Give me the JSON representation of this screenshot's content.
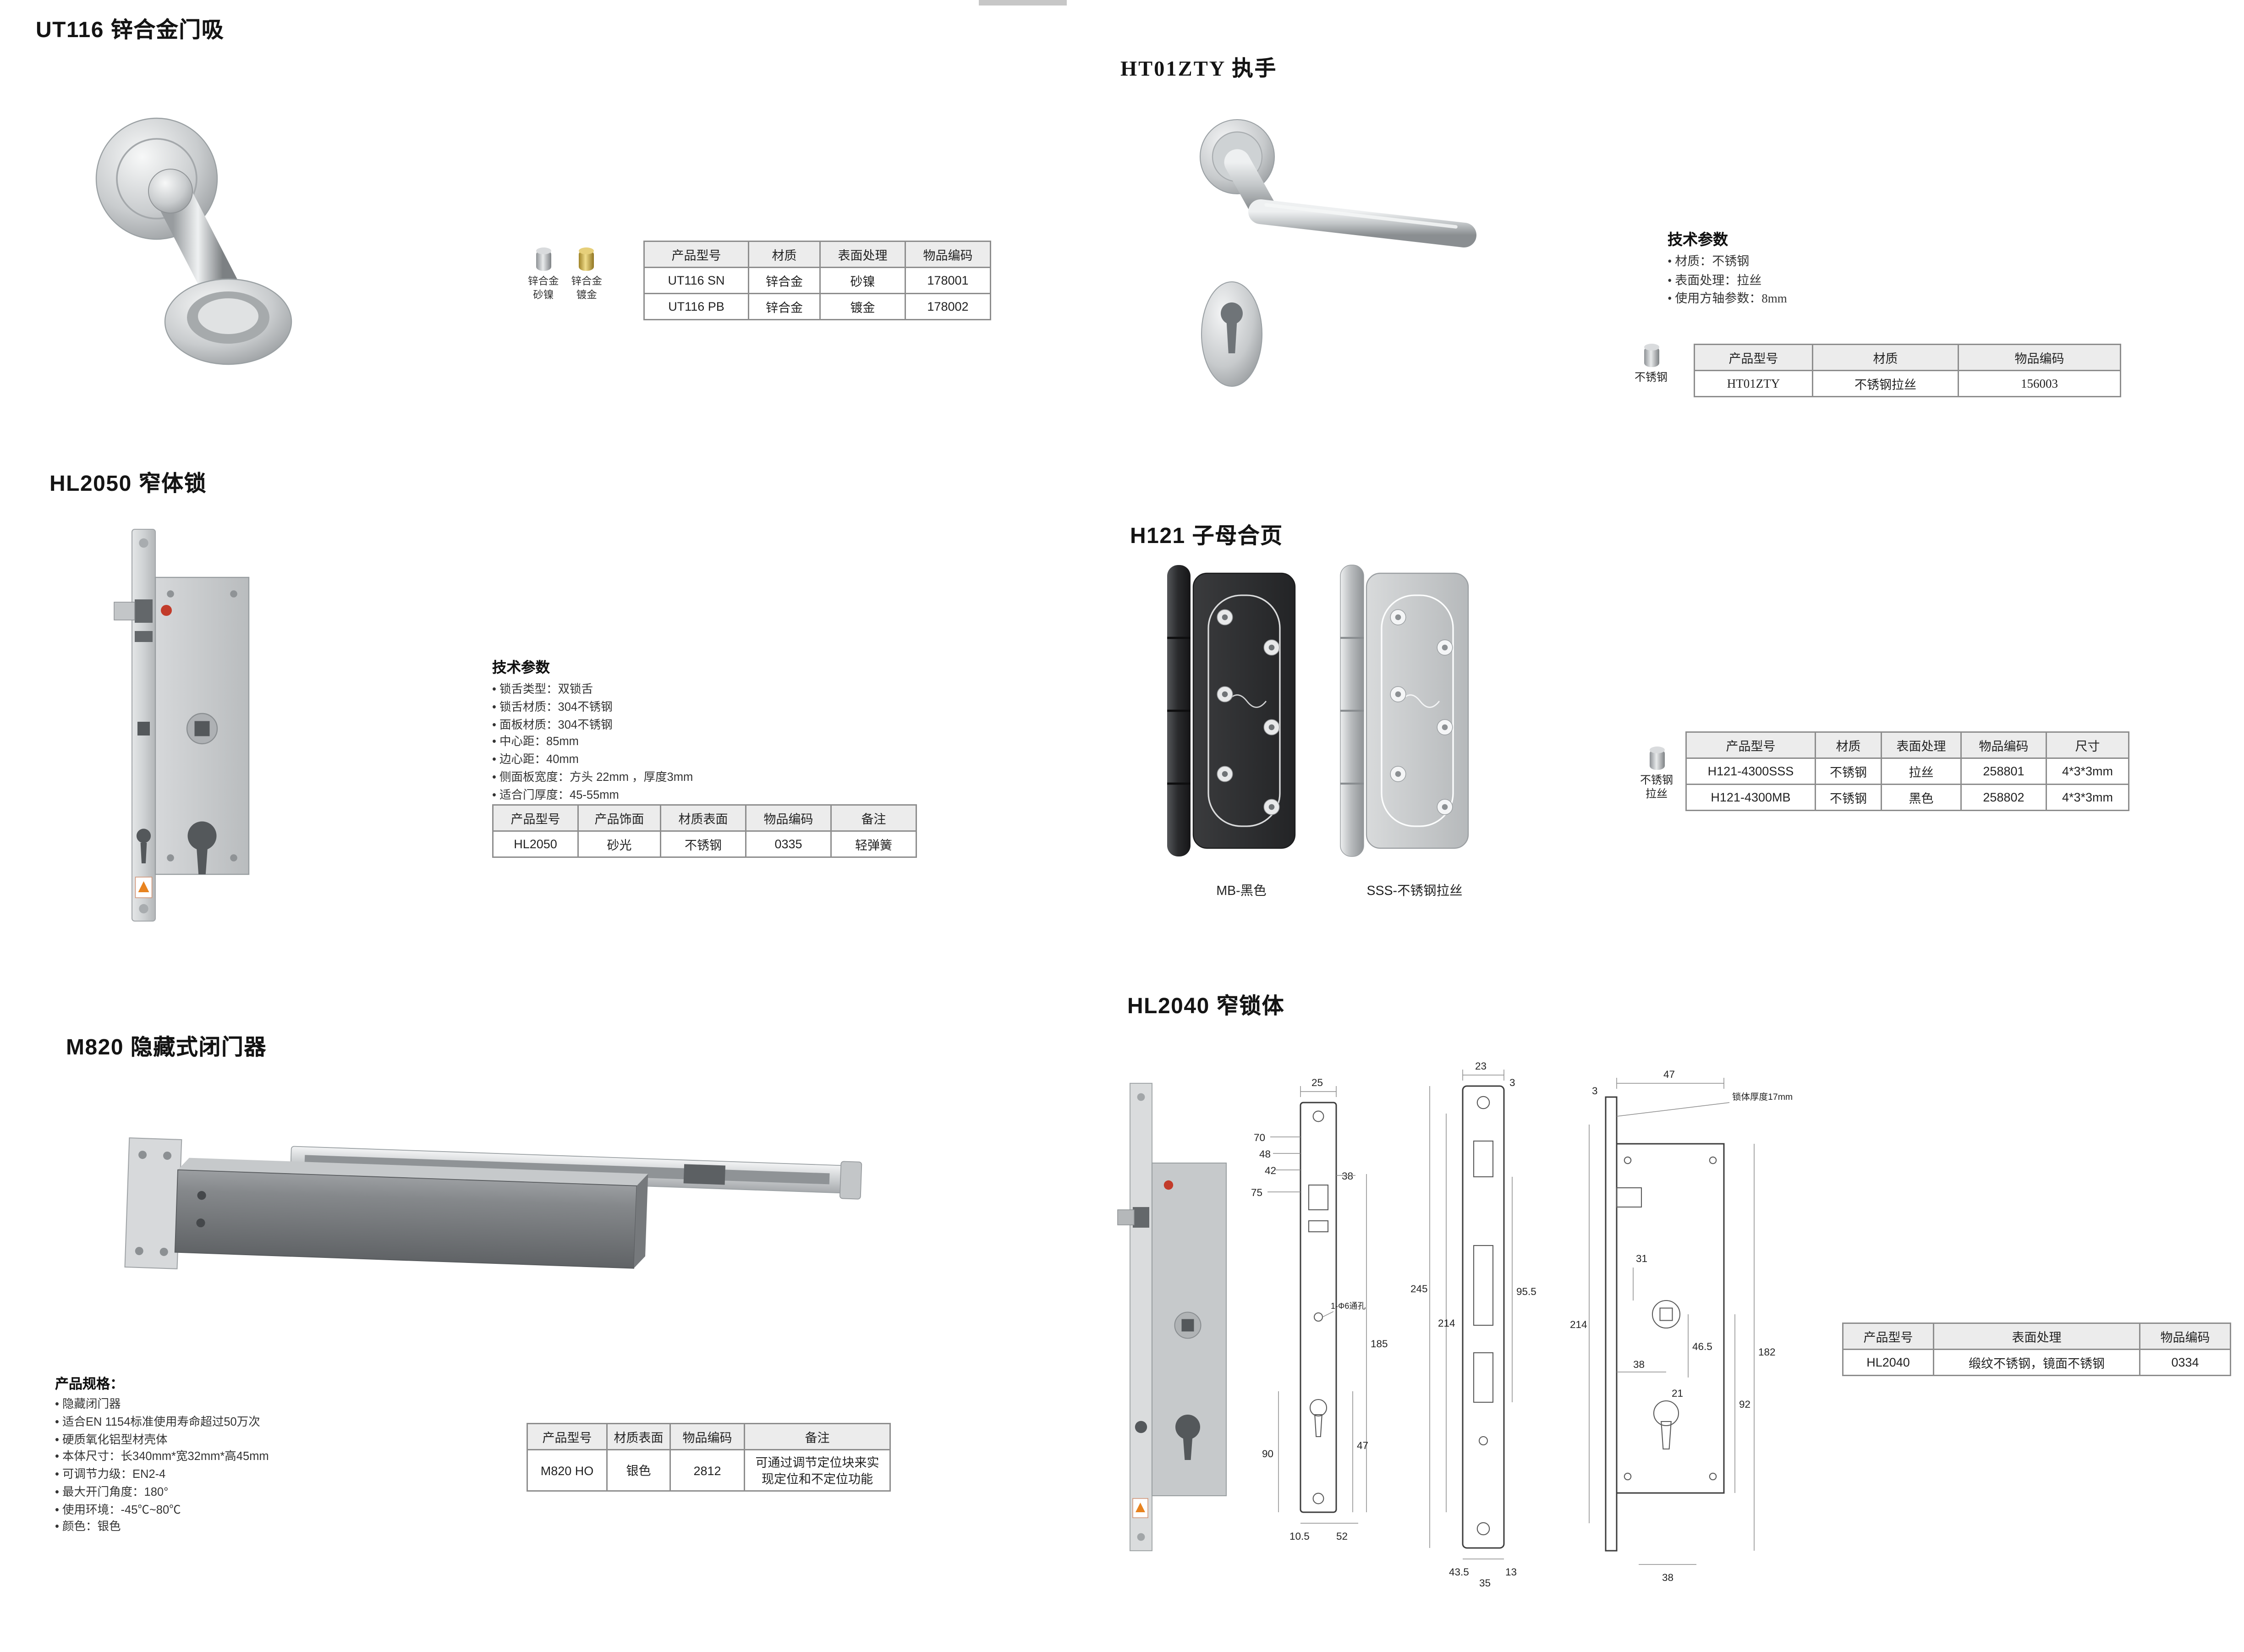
{
  "ut116": {
    "title": "UT116 锌合金门吸",
    "swatches": [
      {
        "line1": "锌合金",
        "line2": "砂镍"
      },
      {
        "line1": "锌合金",
        "line2": "镀金"
      }
    ],
    "table": {
      "headers": [
        "产品型号",
        "材质",
        "表面处理",
        "物品编码"
      ],
      "rows": [
        [
          "UT116 SN",
          "锌合金",
          "砂镍",
          "178001"
        ],
        [
          "UT116 PB",
          "锌合金",
          "镀金",
          "178002"
        ]
      ]
    }
  },
  "ht01zty": {
    "title": "HT01ZTY 执手",
    "specs_title": "技术参数",
    "specs": [
      "材质：不锈钢",
      "表面处理：拉丝",
      "使用方轴参数：8mm"
    ],
    "icon_label": "不锈钢",
    "table": {
      "headers": [
        "产品型号",
        "材质",
        "物品编码"
      ],
      "rows": [
        [
          "HT01ZTY",
          "不锈钢拉丝",
          "156003"
        ]
      ]
    }
  },
  "hl2050": {
    "title": "HL2050 窄体锁",
    "specs_title": "技术参数",
    "specs": [
      "锁舌类型：双锁舌",
      "锁舌材质：304不锈钢",
      "面板材质：304不锈钢",
      "中心距：85mm",
      "边心距：40mm",
      "侧面板宽度：方头 22mm ，厚度3mm",
      "适合门厚度：45-55mm"
    ],
    "table": {
      "headers": [
        "产品型号",
        "产品饰面",
        "材质表面",
        "物品编码",
        "备注"
      ],
      "rows": [
        [
          "HL2050",
          "砂光",
          "不锈钢",
          "0335",
          "轻弹簧"
        ]
      ]
    }
  },
  "h121": {
    "title": "H121 子母合页",
    "caption_mb": "MB-黑色",
    "caption_sss": "SSS-不锈钢拉丝",
    "icon_label_lines": [
      "不锈钢",
      "拉丝"
    ],
    "table": {
      "headers": [
        "产品型号",
        "材质",
        "表面处理",
        "物品编码",
        "尺寸"
      ],
      "rows": [
        [
          "H121-4300SSS",
          "不锈钢",
          "拉丝",
          "258801",
          "4*3*3mm"
        ],
        [
          "H121-4300MB",
          "不锈钢",
          "黑色",
          "258802",
          "4*3*3mm"
        ]
      ]
    }
  },
  "m820": {
    "title": "M820 隐藏式闭门器",
    "specs_title": "产品规格：",
    "specs": [
      "隐藏闭门器",
      "适合EN 1154标准使用寿命超过50万次",
      "硬质氧化铝型材壳体",
      "本体尺寸：长340mm*宽32mm*高45mm",
      "可调节力级：EN2-4",
      "最大开门角度：180°",
      "使用环境：-45℃~80℃",
      "颜色：银色"
    ],
    "table": {
      "headers": [
        "产品型号",
        "材质表面",
        "物品编码",
        "备注"
      ],
      "rows": [
        [
          "M820 HO",
          "银色",
          "2812",
          "可通过调节定位块来实\n现定位和不定位功能"
        ]
      ]
    }
  },
  "hl2040": {
    "title": "HL2040 窄锁体",
    "table": {
      "headers": [
        "产品型号",
        "表面处理",
        "物品编码"
      ],
      "rows": [
        [
          "HL2040",
          "缎纹不锈钢，镜面不锈钢",
          "0334"
        ]
      ]
    },
    "dims": {
      "a25": "25",
      "a48": "48",
      "a42": "42",
      "a70": "70",
      "a75": "75",
      "a38": "38",
      "a185": "185",
      "a47": "47",
      "a105": "10.5",
      "a52": "52",
      "a90": "90",
      "ahole": "1-Φ6通孔",
      "b23": "23",
      "b3": "3",
      "b245": "245",
      "b214": "214",
      "b955": "95.5",
      "b435": "43.5",
      "b35": "35",
      "b13": "13",
      "c47": "47",
      "c3": "3",
      "cthick": "锁体厚度17mm",
      "c214": "214",
      "c31": "31",
      "c38a": "38",
      "c465": "46.5",
      "c21": "21",
      "c92": "92",
      "c182": "182",
      "c38b": "38"
    }
  }
}
